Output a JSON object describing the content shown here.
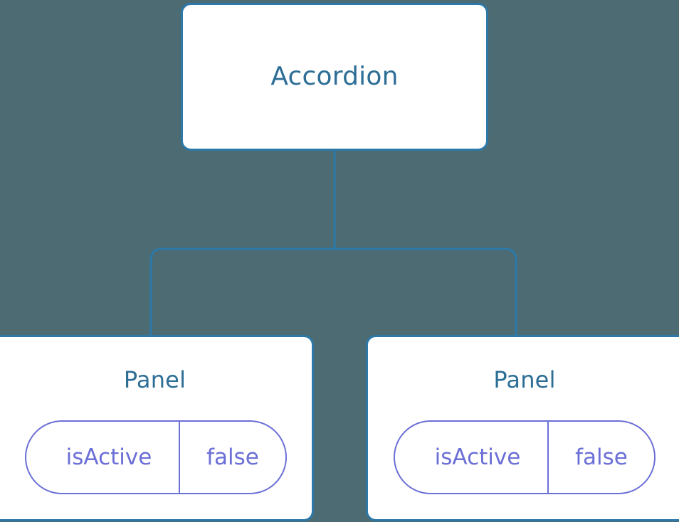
{
  "diagram": {
    "type": "component-tree",
    "background_color": "#4c6b73",
    "node_border_color": "#2c79a8",
    "node_fill_color": "#ffffff",
    "node_title_color": "#2d6e96",
    "connector_color": "#2c79a8",
    "prop_color": "#6b6fd6",
    "root": {
      "title": "Accordion"
    },
    "children": [
      {
        "title": "Panel",
        "props": [
          {
            "key": "isActive",
            "value": "false"
          }
        ]
      },
      {
        "title": "Panel",
        "props": [
          {
            "key": "isActive",
            "value": "false"
          }
        ]
      }
    ]
  }
}
